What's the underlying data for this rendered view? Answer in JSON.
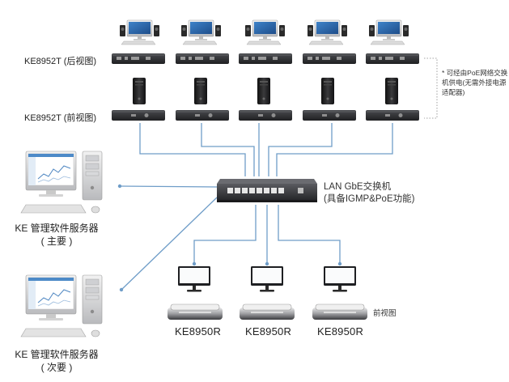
{
  "labels": {
    "tx_rear": "KE8952T (后视图)",
    "tx_front": "KE8952T (前视图)",
    "switch_line1": "LAN GbE交换机",
    "switch_line2": "(具备IGMP&PoE功能)",
    "poe_note": "* 可经由PoE网络交换机供电(无需外接电源适配器)",
    "server_primary_line1": "KE 管理软件服务器",
    "server_primary_line2": "( 主要 )",
    "server_secondary_line1": "KE 管理软件服务器",
    "server_secondary_line2": "( 次要 )",
    "rx_front_view": "前视图",
    "receivers": [
      "KE8950R",
      "KE8950R",
      "KE8950R"
    ]
  },
  "colors": {
    "link_line": "#6f9dc8",
    "device_dark": "#2f2f31",
    "switch_body": "#3a3b3e"
  },
  "icons": {
    "workstation": "desktop-pc-icon",
    "tower": "tower-pc-icon",
    "kvm_unit": "kvm-extender-icon",
    "switch": "network-switch-icon",
    "monitor": "monitor-icon",
    "server": "server-workstation-icon"
  }
}
